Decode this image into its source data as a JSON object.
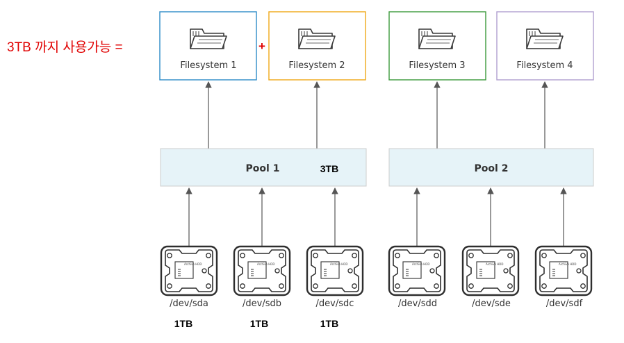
{
  "annotation": {
    "text": "3TB 까지 사용가능 =",
    "plus": "+",
    "color": "#e00000"
  },
  "filesystems": [
    {
      "label": "Filesystem 1",
      "border_color": "#2e8bc8"
    },
    {
      "label": "Filesystem 2",
      "border_color": "#f0a818"
    },
    {
      "label": "Filesystem 3",
      "border_color": "#3c9a3c"
    },
    {
      "label": "Filesystem 4",
      "border_color": "#b0a0d0"
    }
  ],
  "pools": [
    {
      "label": "Pool 1",
      "capacity": "3TB"
    },
    {
      "label": "Pool 2"
    }
  ],
  "pool_style": {
    "fill": "#e6f3f8",
    "border": "#cccccc"
  },
  "disks": [
    {
      "label": "/dev/sda",
      "capacity": "1TB",
      "brand": "Archive HDD"
    },
    {
      "label": "/dev/sdb",
      "capacity": "1TB",
      "brand": "Archive HDD"
    },
    {
      "label": "/dev/sdc",
      "capacity": "1TB",
      "brand": "Archive HDD"
    },
    {
      "label": "/dev/sdd",
      "brand": "Archive HDD"
    },
    {
      "label": "/dev/sde",
      "brand": "Archive HDD"
    },
    {
      "label": "/dev/sdf",
      "brand": "Archive HDD"
    }
  ],
  "icons": {
    "filesystem": "folder-icon",
    "disk": "hard-drive-icon",
    "connector": "arrow-up-icon"
  }
}
